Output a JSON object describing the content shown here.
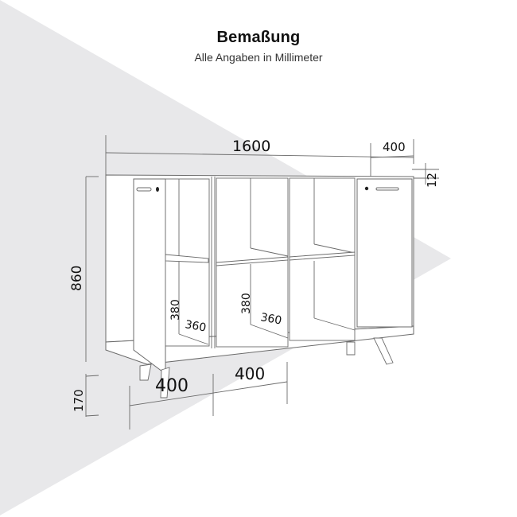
{
  "header": {
    "title": "Bemaßung",
    "subtitle": "Alle Angaben in Millimeter"
  },
  "colors": {
    "background": "#ffffff",
    "accent_shape": "#e8e8ea",
    "line": "#6b6b6b",
    "text": "#111111"
  },
  "dimensions": {
    "width_total": "1600",
    "depth": "400",
    "top_thickness": "12",
    "height_body": "860",
    "height_legs": "170",
    "compartment_height_left": "380",
    "compartment_depth_left": "360",
    "compartment_height_center": "380",
    "compartment_depth_center": "360",
    "module_width_left": "400",
    "module_width_center": "400"
  }
}
